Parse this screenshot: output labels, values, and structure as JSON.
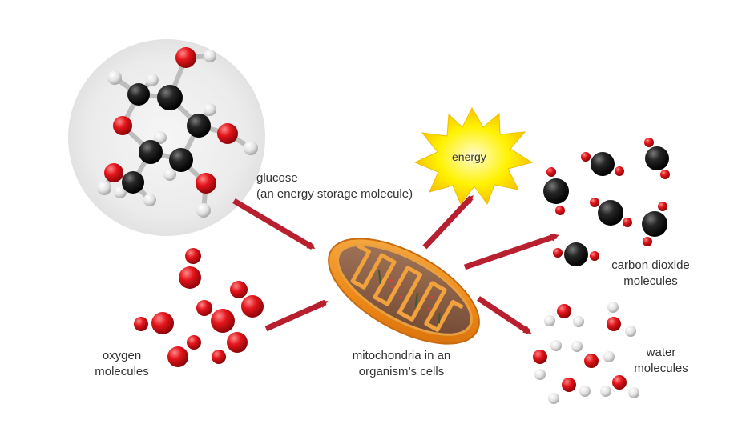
{
  "labels": {
    "glucose_line1": "glucose",
    "glucose_line2": "(an energy storage molecule)",
    "energy": "energy",
    "co2_line1": "carbon dioxide",
    "co2_line2": "molecules",
    "oxygen_line1": "oxygen",
    "oxygen_line2": "molecules",
    "mito_line1": "mitochondria in an",
    "mito_line2": "organism’s cells",
    "water_line1": "water",
    "water_line2": "molecules"
  },
  "colors": {
    "arrow": "#b8202f",
    "oxygen_atom": "#e3151b",
    "carbon_atom": "#1c1c1c",
    "hydrogen_atom": "#e6e6e6",
    "mitochondrion_outer": "#f08a1c",
    "mitochondrion_inner": "#8a5a44",
    "energy_burst": "#ffe800",
    "glucose_backdrop": "#ececec"
  }
}
